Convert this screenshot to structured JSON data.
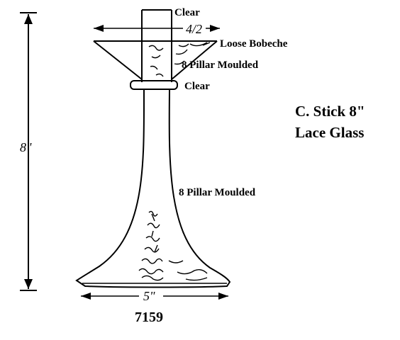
{
  "labels": {
    "clear_top": "Clear",
    "width_dim": "4/2",
    "bobeche": "Loose Bobeche",
    "pillar_top": "8 Pillar Moulded",
    "clear_mid": "Clear",
    "pillar_base": "8 Pillar Moulded",
    "height_dim": "8\"",
    "base_dim": "5\"",
    "pattern_no": "7159"
  },
  "title": {
    "line1": "C. Stick  8\"",
    "line2": "Lace Glass"
  }
}
